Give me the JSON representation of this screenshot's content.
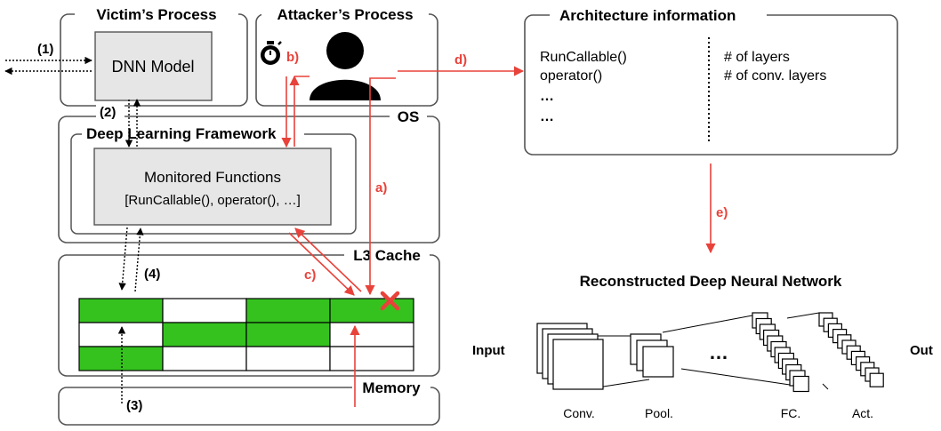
{
  "boxes": {
    "victim": "Victim’s Process",
    "attacker": "Attacker’s Process",
    "os": "OS",
    "framework": "Deep Learning Framework",
    "dnn_model": "DNN Model",
    "monitored_title": "Monitored Functions",
    "monitored_list": "[RunCallable(), operator(), …]",
    "l3": "L3 Cache",
    "memory": "Memory",
    "arch": "Architecture information"
  },
  "arch_info": {
    "left": [
      "RunCallable()",
      "operator()",
      "…",
      "…"
    ],
    "right": [
      "# of layers",
      "# of conv. layers"
    ]
  },
  "steps": {
    "s1": "(1)",
    "s2": "(2)",
    "s3": "(3)",
    "s4": "(4)",
    "a": "a)",
    "b": "b)",
    "c": "c)",
    "d": "d)",
    "e": "e)"
  },
  "network": {
    "title": "Reconstructed Deep Neural Network",
    "input": "Input",
    "output": "Out",
    "ellipsis": "…",
    "labels": [
      "Conv.",
      "Pool.",
      "FC.",
      "Act."
    ]
  },
  "cache_grid": [
    [
      "green",
      "white",
      "green",
      "green"
    ],
    [
      "white",
      "green",
      "green",
      "white"
    ],
    [
      "green",
      "white",
      "white",
      "white"
    ]
  ],
  "colors": {
    "red": "#e8423a",
    "green": "#35c21f",
    "grey": "#e6e6e6",
    "line": "#555555"
  },
  "icons": [
    "stopwatch-icon",
    "user-silhouette-icon",
    "cross-mark-icon"
  ]
}
